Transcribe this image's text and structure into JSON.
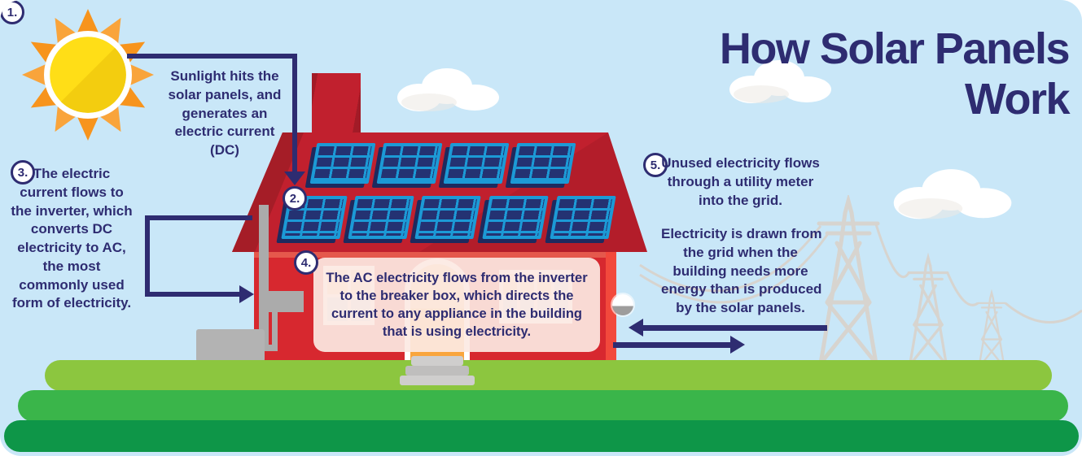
{
  "title": "How Solar Panels\nWork",
  "palette": {
    "navy": "#2E2C71",
    "sky_blue": "#C9E7F8",
    "roof_red": "#C1202E",
    "wall_red": "#D7282F",
    "wall_accent_red": "#F2493C",
    "grass_light": "#8CC63F",
    "grass_mid": "#3AB54A",
    "grass_dark": "#0E9648",
    "sun_yellow": "#FFDE17",
    "sun_orange": "#F7941D",
    "panel_frame_blue": "#1C9AD6",
    "panel_cell_navy": "#243272",
    "hardware_gray": "#ABABAB",
    "tower_gray": "#D7D4CF"
  },
  "steps": [
    {
      "number": "1.",
      "text": "Sunlight hits the\nsolar panels, and\ngenerates an\nelectric current\n(DC)"
    },
    {
      "number": "2."
    },
    {
      "number": "3.",
      "text": "The electric\ncurrent flows to\nthe inverter, which\nconverts DC\nelectricity to AC,\nthe most\ncommonly used\nform of electricity."
    },
    {
      "number": "4.",
      "text": "The AC electricity flows from the inverter\nto the breaker box, which directs the\ncurrent to any appliance in the building\nthat is using electricity."
    },
    {
      "number": "5.",
      "text": "Unused electricity flows\nthrough a utility meter\ninto the grid.",
      "text2": "Electricity is drawn from\nthe grid when the\nbuilding needs more\nenergy than is produced\nby the solar panels."
    }
  ]
}
